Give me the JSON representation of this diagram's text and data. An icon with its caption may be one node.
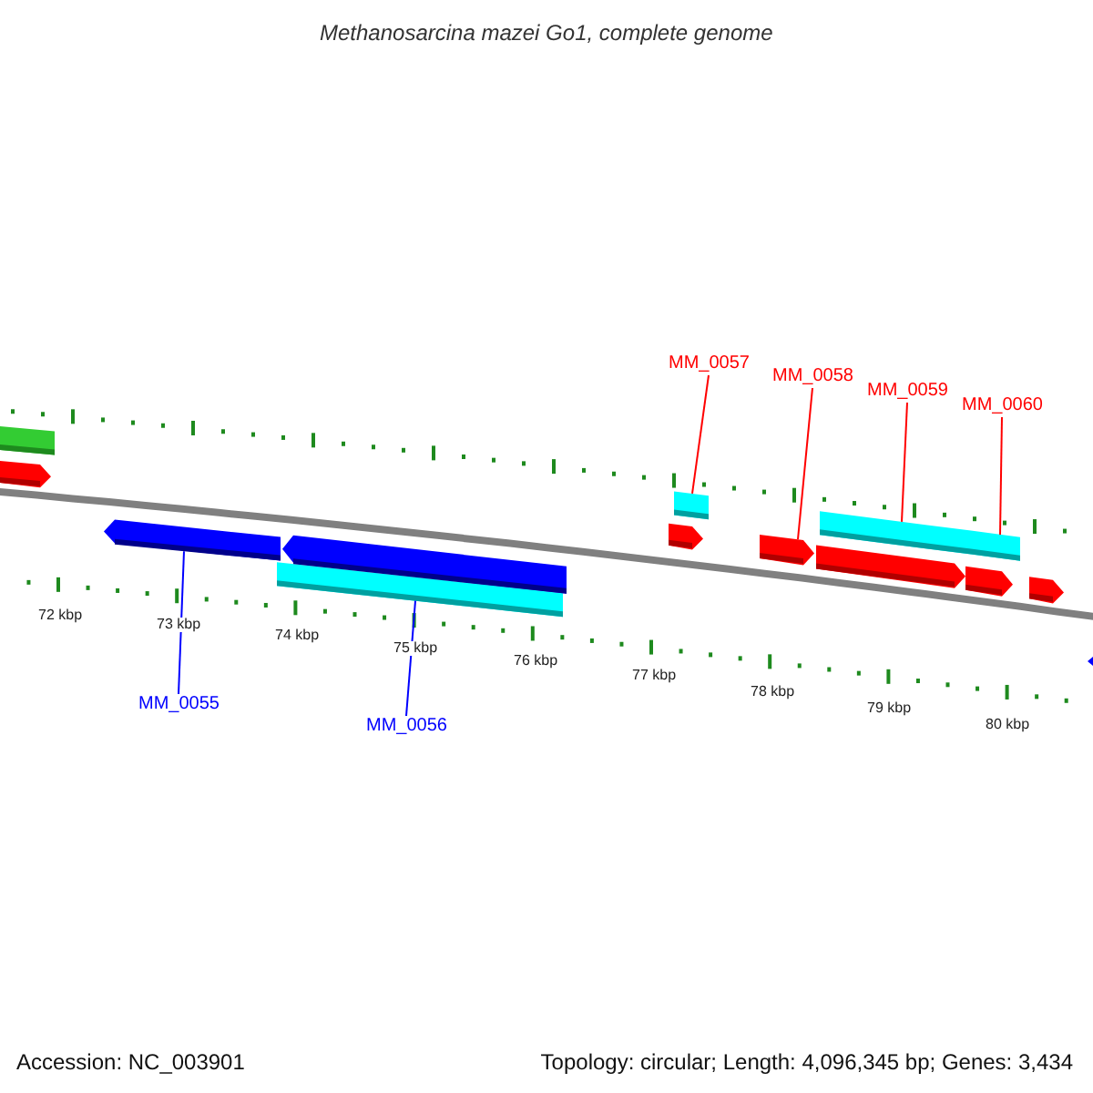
{
  "diagram": {
    "title": "Methanosarcina mazei Go1, complete genome",
    "nodes": [
      {
        "text": [
          "MM_0057"
        ]
      },
      {
        "text": [
          "MM_0058"
        ]
      },
      {
        "text": [
          "MM_0059"
        ]
      },
      {
        "text": [
          "MM_0060"
        ]
      },
      {
        "text": [
          "MM_0055"
        ]
      },
      {
        "text": [
          "MM_0056"
        ]
      },
      {
        "text": [],
        "shape": "bar"
      },
      {
        "text": [],
        "shape": "arrow"
      },
      {
        "text": [],
        "shape": "arrow"
      },
      {
        "text": [],
        "shape": "bar"
      },
      {
        "text": [],
        "shape": "arrow"
      },
      {
        "text": [],
        "shape": "arrow"
      },
      {
        "text": [],
        "shape": "bar"
      },
      {
        "text": [],
        "shape": "arrow"
      },
      {
        "text": [],
        "shape": "arrow"
      },
      {
        "text": [],
        "shape": "bar"
      },
      {
        "text": [],
        "shape": "arrow"
      },
      {
        "text": [],
        "shape": "bar"
      },
      {
        "text": [],
        "shape": "arrow"
      },
      {
        "text": [],
        "shape": "arrow"
      }
    ],
    "edges": [
      {
        "from": 0,
        "to": 12,
        "arrow": "none"
      },
      {
        "from": 1,
        "to": 13,
        "arrow": "none"
      },
      {
        "from": 2,
        "to": 15,
        "arrow": "none"
      },
      {
        "from": 3,
        "to": 17,
        "arrow": "none"
      },
      {
        "from": 4,
        "to": 8,
        "arrow": "none",
        "color": "#0000ff"
      },
      {
        "from": 5,
        "to": 9,
        "arrow": "none",
        "color": "#0000ff"
      }
    ],
    "labels": [
      "72 kbp",
      "73 kbp",
      "74 kbp",
      "75 kbp",
      "76 kbp",
      "77 kbp",
      "78 kbp",
      "79 kbp",
      "80 kbp",
      "Accession: NC_003901",
      "Topology: circular; Length: 4,096,345 bp; Genes: 3,434"
    ]
  }
}
